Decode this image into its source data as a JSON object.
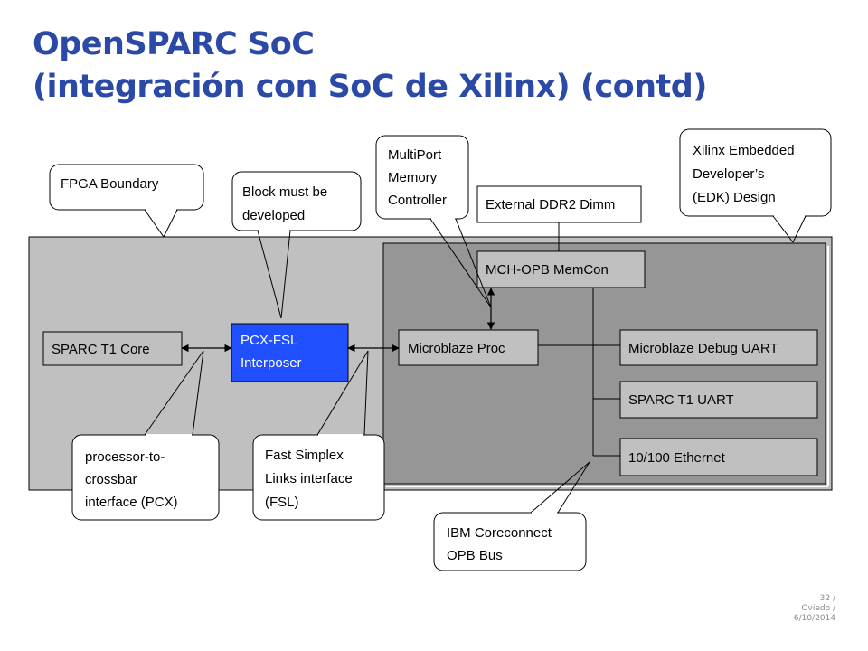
{
  "title": {
    "line1": "OpenSPARC SoC",
    "line2": "(integración con SoC de Xilinx) (contd)"
  },
  "blocks": {
    "sparc_core": "SPARC T1 Core",
    "pcx_fsl": [
      "PCX-FSL",
      "Interposer"
    ],
    "microblaze_proc": "Microblaze Proc",
    "mch_opb": "MCH-OPB  MemCon",
    "external_ddr2": "External DDR2 Dimm",
    "debug_uart": "Microblaze Debug UART",
    "sparc_uart": "SPARC T1 UART",
    "ethernet": "10/100 Ethernet"
  },
  "callouts": {
    "fpga": "FPGA Boundary",
    "block_dev": [
      "Block must be",
      "developed"
    ],
    "multiport": [
      "MultiPort",
      "Memory",
      "Controller"
    ],
    "edk": [
      "Xilinx Embedded",
      "Developer’s",
      "(EDK) Design"
    ],
    "pcx": [
      "processor-to-",
      "crossbar",
      "interface (PCX)"
    ],
    "fsl": [
      "Fast Simplex",
      "Links interface",
      "(FSL)"
    ],
    "opb": [
      "IBM Coreconnect",
      "OPB Bus"
    ]
  },
  "footer": {
    "page": "32 /",
    "place": "Oviedo /",
    "date": "6/10/2014"
  },
  "colors": {
    "title": "#2b4aa8",
    "fpga_area": "#c0c0c0",
    "edk_area": "#969696",
    "interposer": "#1f4fff"
  }
}
